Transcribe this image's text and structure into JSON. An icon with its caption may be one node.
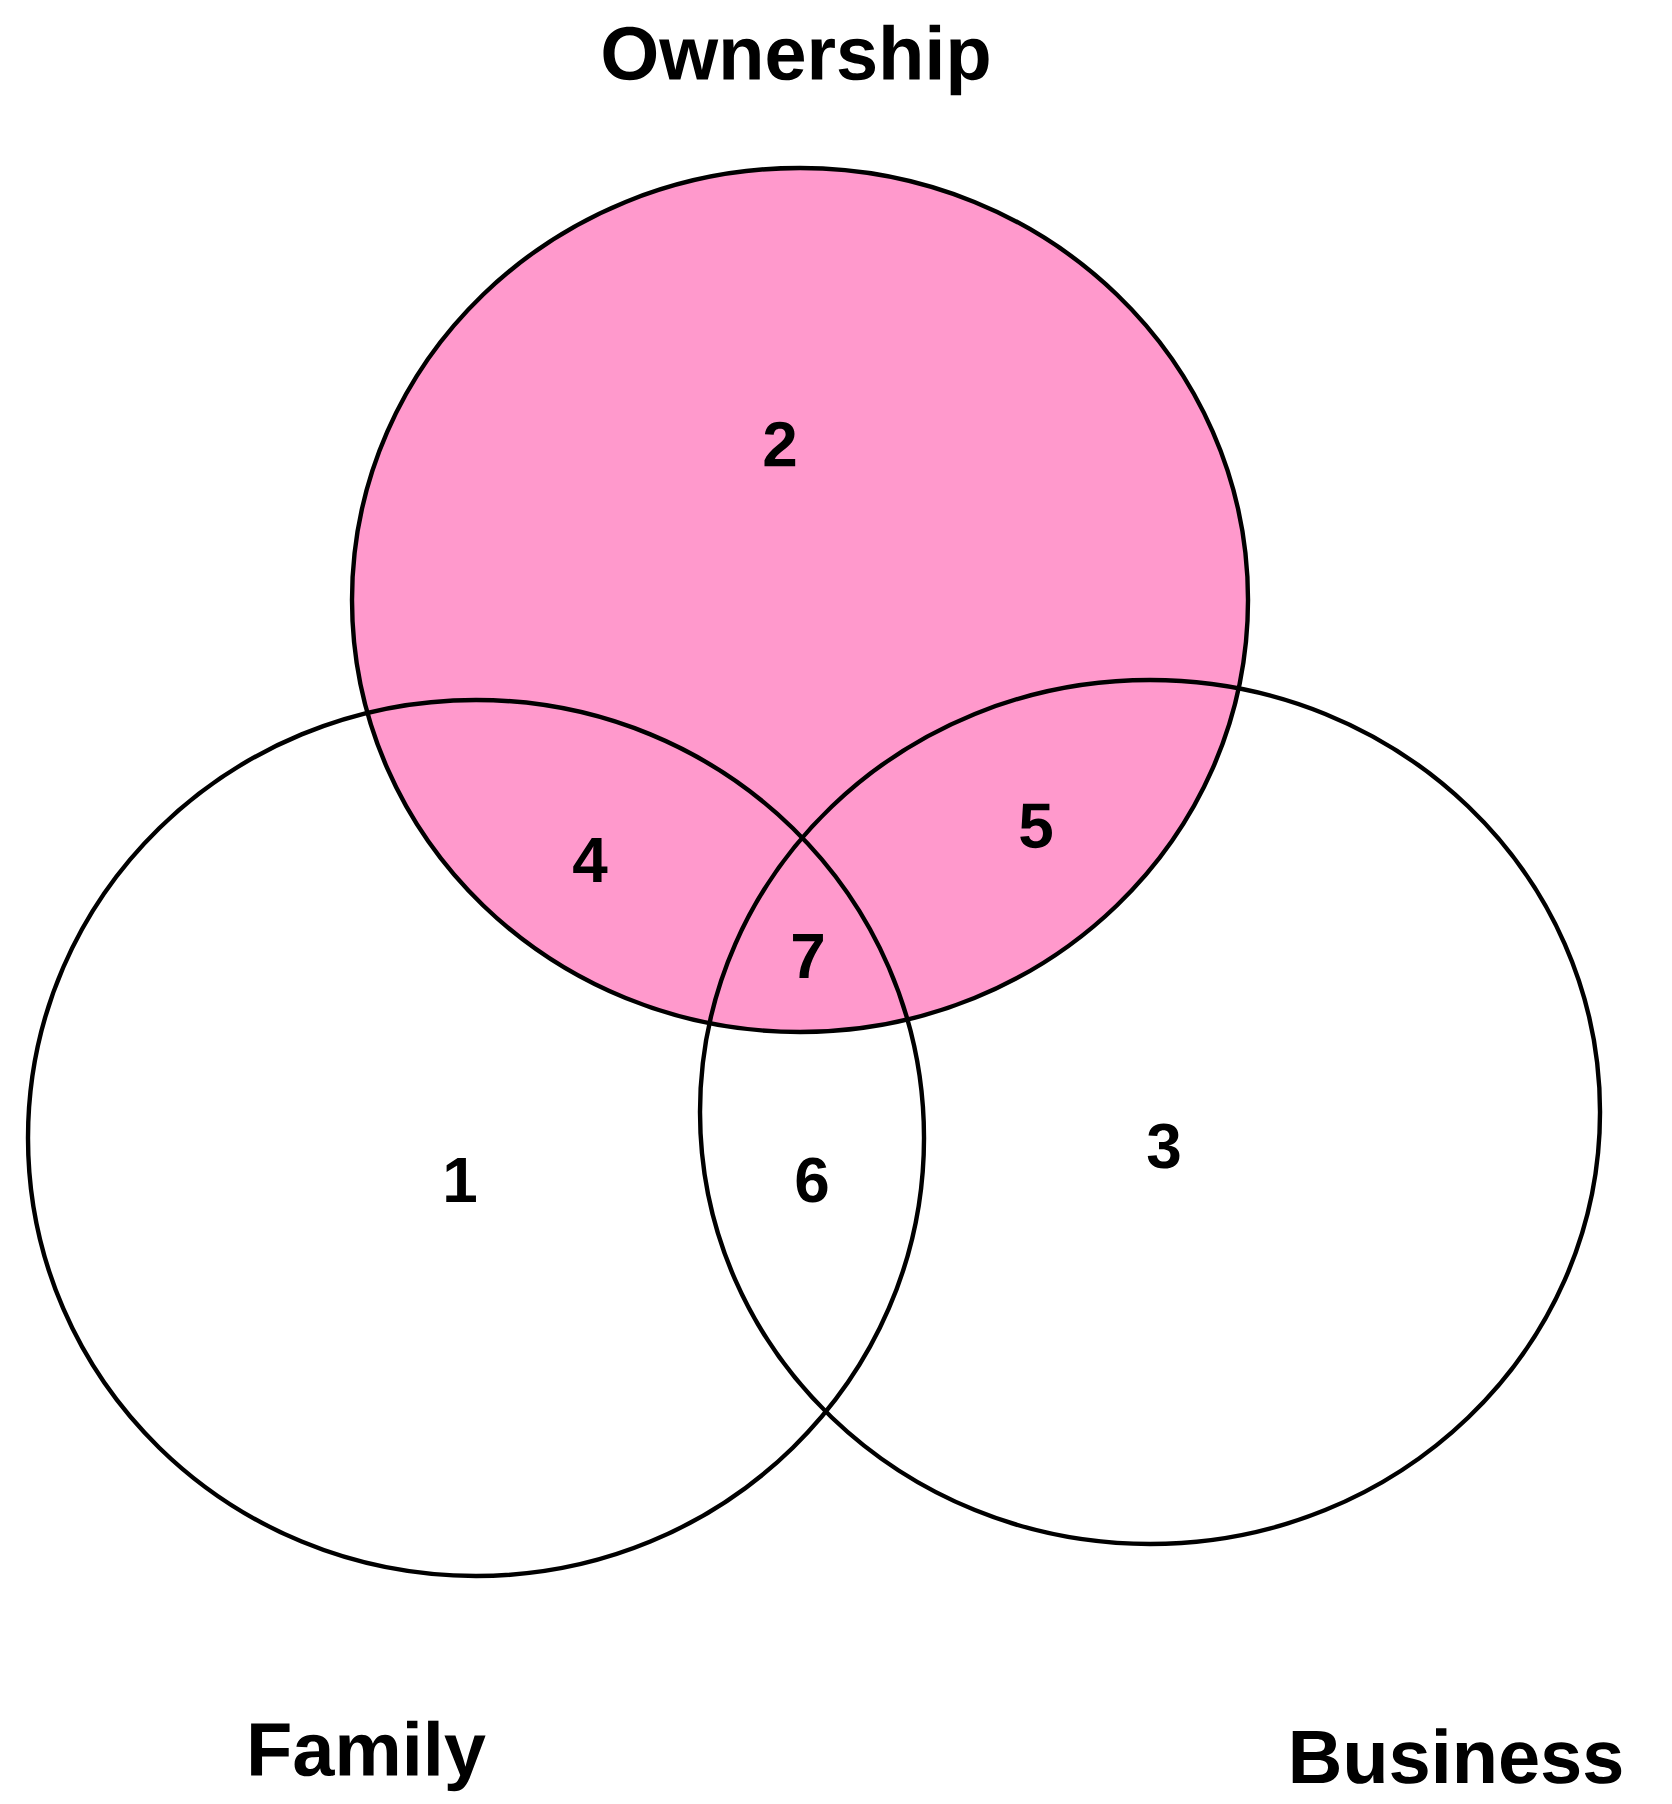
{
  "diagram": {
    "nodes": [
      {
        "text": [
          "Ownership"
        ]
      },
      {
        "text": [
          "Family"
        ]
      },
      {
        "text": [
          "Business"
        ]
      }
    ],
    "labels": [
      "2",
      "4",
      "5",
      "7",
      "1",
      "6",
      "3"
    ]
  }
}
